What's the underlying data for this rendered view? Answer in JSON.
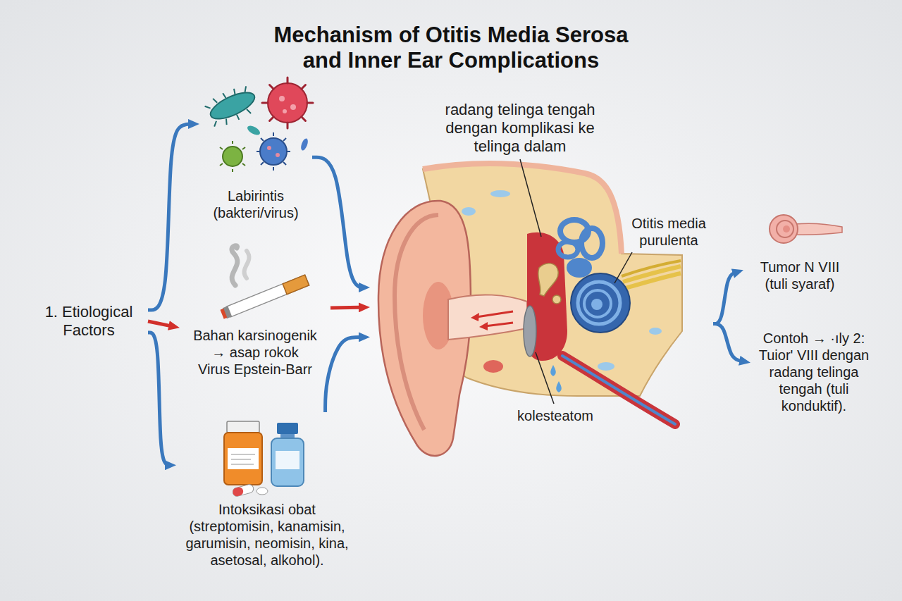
{
  "diagram": {
    "title": "Mechanism of Otitis Media Serosa and Inner Ear Complications",
    "nodes": [
      {
        "text": [
          "1. Etiological Factors"
        ]
      },
      {
        "text": [
          "Labirintis (bakteri/virus)"
        ]
      },
      {
        "text": [
          "Bahan karsinogenik → asap rokok",
          "Virus Epstein-Barr"
        ]
      },
      {
        "text": [
          "Intoksikasi obat (streptomisin, kanamisin, garumisin, neomisin, kina, asetosal, alkohol)."
        ]
      },
      {
        "text": [
          "radang telinga tengah dengan komplikasi ke telinga dalam",
          "Otitis media purulenta",
          "kolesteatom"
        ]
      },
      {
        "text": [
          "Tumor N VIII (tuli syaraf)"
        ]
      },
      {
        "text": [
          "Contoh → ·ıly 2: Tuior' VIII dengan radang telinga tengah (tuli konduktif)."
        ]
      }
    ],
    "edges": [
      {
        "from": 0,
        "to": 1,
        "arrow": "to"
      },
      {
        "from": 0,
        "to": 2,
        "arrow": "to"
      },
      {
        "from": 0,
        "to": 3,
        "arrow": "to"
      },
      {
        "from": 1,
        "to": 4,
        "arrow": "to"
      },
      {
        "from": 2,
        "to": 4,
        "arrow": "to"
      },
      {
        "from": 3,
        "to": 4,
        "arrow": "to"
      },
      {
        "from": 4,
        "to": 5,
        "arrow": "to"
      },
      {
        "from": 4,
        "to": 6,
        "arrow": "to"
      }
    ]
  }
}
